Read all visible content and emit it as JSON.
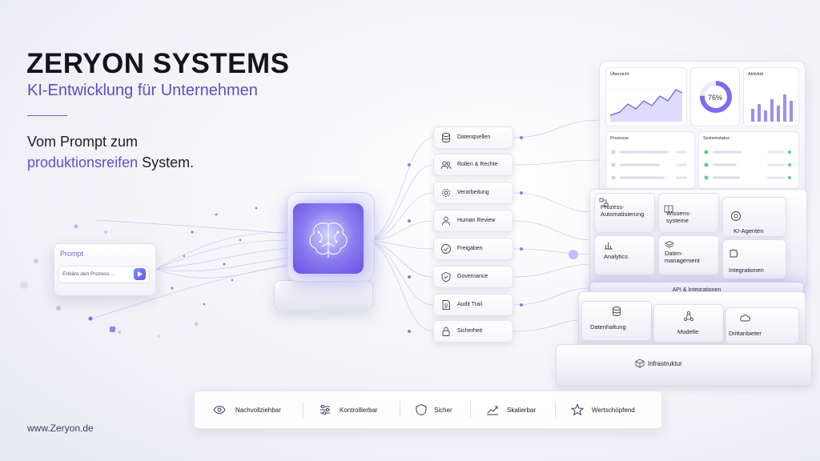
{
  "hero": {
    "brand": "ZERYON SYSTEMS",
    "subtitle": "KI-Entwicklung für Unternehmen",
    "tagline_line1": "Vom Prompt zum",
    "tagline_accent": "produktionsreifen",
    "tagline_rest": " System."
  },
  "prompt": {
    "title": "Prompt",
    "input_value": "Erkläre den Prozess ..."
  },
  "modules": [
    {
      "label": "Datenquellen",
      "icon": "database-icon"
    },
    {
      "label": "Rollen & Rechte",
      "icon": "users-icon"
    },
    {
      "label": "Verarbeitung",
      "icon": "gear-icon"
    },
    {
      "label": "Human Review",
      "icon": "person-icon"
    },
    {
      "label": "Freigaben",
      "icon": "check-circle-icon"
    },
    {
      "label": "Governance",
      "icon": "shield-check-icon"
    },
    {
      "label": "Audit Trail",
      "icon": "document-icon"
    },
    {
      "label": "Sicherheit",
      "icon": "lock-icon"
    }
  ],
  "dashboard": {
    "overview_title": "Übersicht",
    "gauge_value": "76%",
    "gauge_fraction": 0.76,
    "activity_title": "Aktivität",
    "processes_title": "Prozesse",
    "status_title": "Systemstatus"
  },
  "platform": {
    "tiles": [
      {
        "label": "Prozess-\nAutomatisierung",
        "icon": "workflow-icon"
      },
      {
        "label": "Wissens-\nsysteme",
        "icon": "book-icon"
      },
      {
        "label": "KI-Agenten",
        "icon": "agent-icon"
      },
      {
        "label": "Analytics",
        "icon": "bar-chart-icon"
      },
      {
        "label": "Daten-\nmanagement",
        "icon": "layers-icon"
      },
      {
        "label": "Integrationen",
        "icon": "puzzle-icon"
      }
    ],
    "api_label": "API & Integrationen",
    "data_layer": [
      {
        "label": "Datenhaltung",
        "icon": "database-icon"
      },
      {
        "label": "Modelle",
        "icon": "network-icon"
      },
      {
        "label": "Drittanbieter",
        "icon": "cloud-icon"
      }
    ],
    "infrastructure_label": "Infrastruktur"
  },
  "features": [
    {
      "label": "Nachvollziehbar",
      "icon": "eye-icon"
    },
    {
      "label": "Kontrollierbar",
      "icon": "sliders-icon"
    },
    {
      "label": "Sicher",
      "icon": "shield-icon"
    },
    {
      "label": "Skalierbar",
      "icon": "trend-icon"
    },
    {
      "label": "Wertschöpfend",
      "icon": "star-icon"
    }
  ],
  "footer": {
    "website": "www.Zeryon.de"
  },
  "colors": {
    "accent": "#5b52d1",
    "accent_light": "#8a7cf0",
    "background": "#f3f3f8"
  }
}
